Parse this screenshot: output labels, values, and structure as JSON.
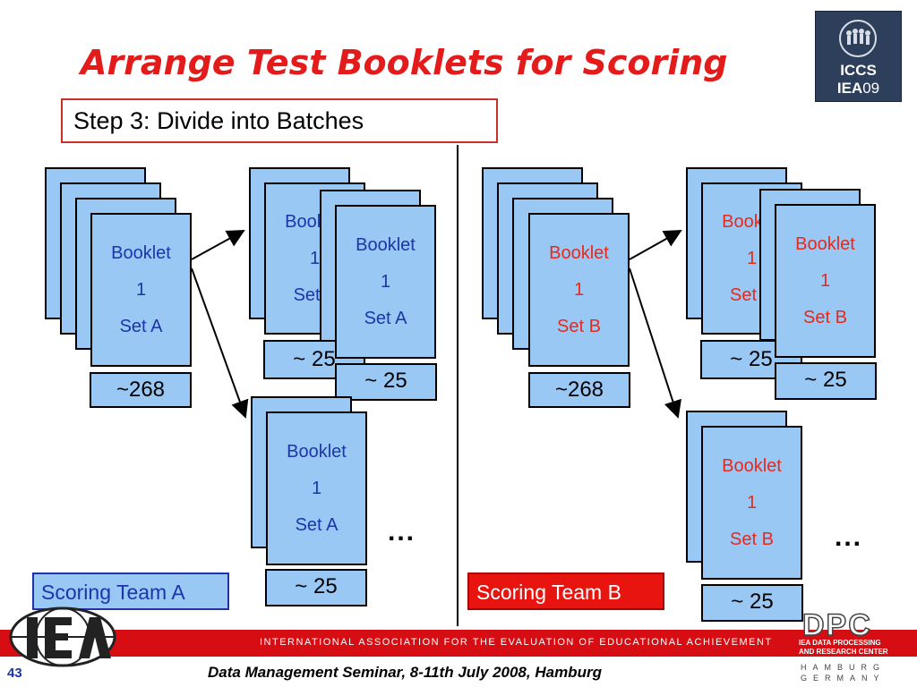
{
  "slide": {
    "title": "Arrange Test Booklets for Scoring",
    "step": "Step 3: Divide into Batches",
    "page_number": "43",
    "footer_band": "INTERNATIONAL ASSOCIATION FOR THE EVALUATION OF EDUCATIONAL ACHIEVEMENT",
    "footer_caption": "Data Management Seminar, 8-11th July 2008, Hamburg"
  },
  "logos": {
    "iccs": {
      "line1": "ICCS",
      "line2_a": "IEA",
      "line2_b": "09"
    },
    "dpc": {
      "big": "DPC",
      "sub1": "IEA DATA PROCESSING",
      "sub2": "AND RESEARCH CENTER",
      "city": "HAMBURG",
      "country": "GERMANY"
    }
  },
  "team_a": {
    "label": "Scoring Team A",
    "booklet_line1": "Booklet",
    "booklet_line2": "1",
    "booklet_line3": "Set A",
    "total": "~268",
    "batch_count": "~ 25",
    "batch_count_partial": "~ 25",
    "ellipsis": "..."
  },
  "team_b": {
    "label": "Scoring Team B",
    "booklet_line1": "Booklet",
    "booklet_line2": "1",
    "booklet_line3": "Set B",
    "total": "~268",
    "batch_count": "~ 25",
    "batch_count_partial": "~ 25",
    "ellipsis": "..."
  },
  "colors": {
    "title": "#e31b1b",
    "card": "#99c8f5",
    "team_a_text": "#1c36a8",
    "team_b_bg": "#e8140f",
    "footer_bar": "#d60d12"
  }
}
